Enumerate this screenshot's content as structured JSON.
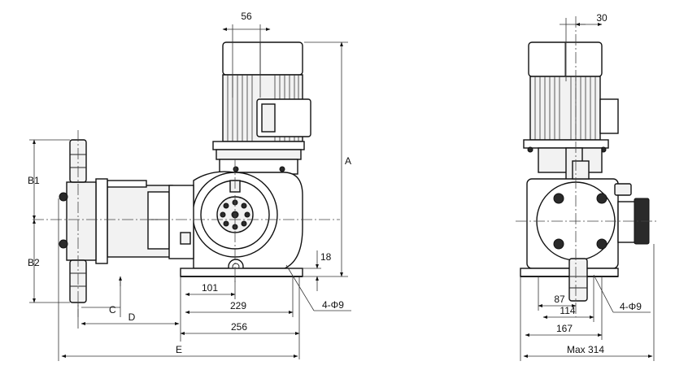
{
  "front_view": {
    "dim_56": "56",
    "dim_A": "A",
    "dim_B1": "B1",
    "dim_B2": "B2",
    "dim_18": "18",
    "dim_101": "101",
    "dim_229": "229",
    "dim_256": "256",
    "dim_C": "C",
    "dim_D": "D",
    "dim_E": "E",
    "dim_holes": "4-Φ9"
  },
  "side_view": {
    "dim_30": "30",
    "dim_87": "87",
    "dim_114": "114",
    "dim_167": "167",
    "dim_max": "Max 314",
    "dim_holes": "4-Φ9"
  }
}
